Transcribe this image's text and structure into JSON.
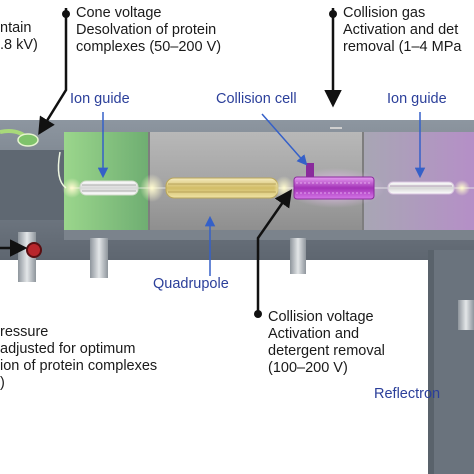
{
  "spray": {
    "line1": "ntain",
    "line2": ".8 kV)"
  },
  "cone": {
    "title": "Cone voltage",
    "line1": "Desolvation of protein",
    "line2": "complexes (50–200 V)"
  },
  "collision_gas": {
    "title": "Collision gas",
    "line1": "Activation and det",
    "line2": "removal (1–4 MPa"
  },
  "parts": {
    "ion_guide_left": "Ion guide",
    "collision_cell": "Collision cell",
    "ion_guide_right": "Ion guide",
    "quadrupole": "Quadrupole",
    "reflectron": "Reflectron"
  },
  "collision_voltage": {
    "title": "Collision voltage",
    "line1": "Activation and",
    "line2": "detergent removal",
    "line3": "(100–200 V)"
  },
  "pressure": {
    "line1": "ressure",
    "line2": "adjusted for optimum",
    "line3": "ion of protein complexes",
    "line4": ")"
  },
  "colors": {
    "label_blue": "#2b3f9a",
    "arrow_blue": "#3560c8",
    "arrow_black": "#111111",
    "chamber_gray": "#9c9c9c",
    "frame_gray": "#6d7680",
    "rod_purple": "#b246c4",
    "rod_gold": "#d9c77a"
  }
}
